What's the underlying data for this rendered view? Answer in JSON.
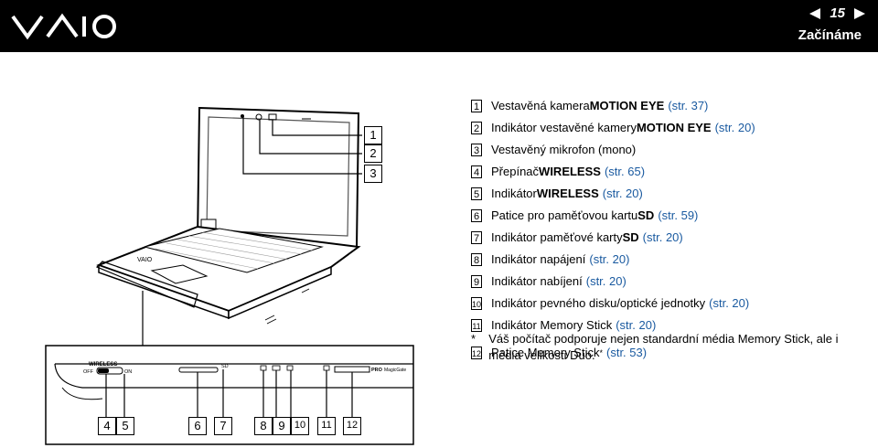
{
  "header": {
    "page_number": "15",
    "section_title": "Začínáme",
    "brand_logo": "VAIO"
  },
  "items": [
    {
      "num": "1",
      "pre": "Vestavěná kamera ",
      "bold": "MOTION EYE",
      "post": "",
      "ref": "(str. 37)"
    },
    {
      "num": "2",
      "pre": "Indikátor vestavěné kamery ",
      "bold": "MOTION EYE",
      "post": "",
      "ref": "(str. 20)"
    },
    {
      "num": "3",
      "pre": "Vestavěný mikrofon (mono)",
      "bold": "",
      "post": "",
      "ref": ""
    },
    {
      "num": "4",
      "pre": "Přepínač ",
      "bold": "WIRELESS",
      "post": "",
      "ref": "(str. 65)"
    },
    {
      "num": "5",
      "pre": "Indikátor ",
      "bold": "WIRELESS",
      "post": "",
      "ref": "(str. 20)"
    },
    {
      "num": "6",
      "pre": "Patice pro paměťovou kartu ",
      "bold": "SD",
      "post": "",
      "ref": "(str. 59)"
    },
    {
      "num": "7",
      "pre": "Indikátor paměťové karty ",
      "bold": "SD",
      "post": "",
      "ref": "(str. 20)"
    },
    {
      "num": "8",
      "pre": "Indikátor napájení",
      "bold": "",
      "post": "",
      "ref": "(str. 20)"
    },
    {
      "num": "9",
      "pre": "Indikátor nabíjení",
      "bold": "",
      "post": "",
      "ref": "(str. 20)"
    },
    {
      "num": "10",
      "pre": "Indikátor pevného disku/optické jednotky",
      "bold": "",
      "post": "",
      "ref": "(str. 20)"
    },
    {
      "num": "11",
      "pre": "Indikátor Memory Stick",
      "bold": "",
      "post": "",
      "ref": "(str. 20)"
    },
    {
      "num": "12",
      "pre": "Patice Memory Stick",
      "bold": "",
      "post": "*",
      "ref": "(str. 53)"
    }
  ],
  "footnote": {
    "mark": "*",
    "text": "Váš počítač podporuje nejen standardní média Memory Stick, ale i média velikosti Duo."
  },
  "illustration_labels": {
    "wireless": "WIRELESS",
    "off": "OFF",
    "on": "ON",
    "sd": "SD",
    "pro": "PRO",
    "magicgate": "MagicGate",
    "vaio_keyboard": "VAIO"
  },
  "callouts_top": [
    "1",
    "2",
    "3"
  ],
  "callouts_bottom": [
    "4",
    "5",
    "6",
    "7",
    "8",
    "9",
    "10",
    "11",
    "12"
  ],
  "colors": {
    "header_bg": "#000000",
    "link": "#1a5aa0"
  }
}
